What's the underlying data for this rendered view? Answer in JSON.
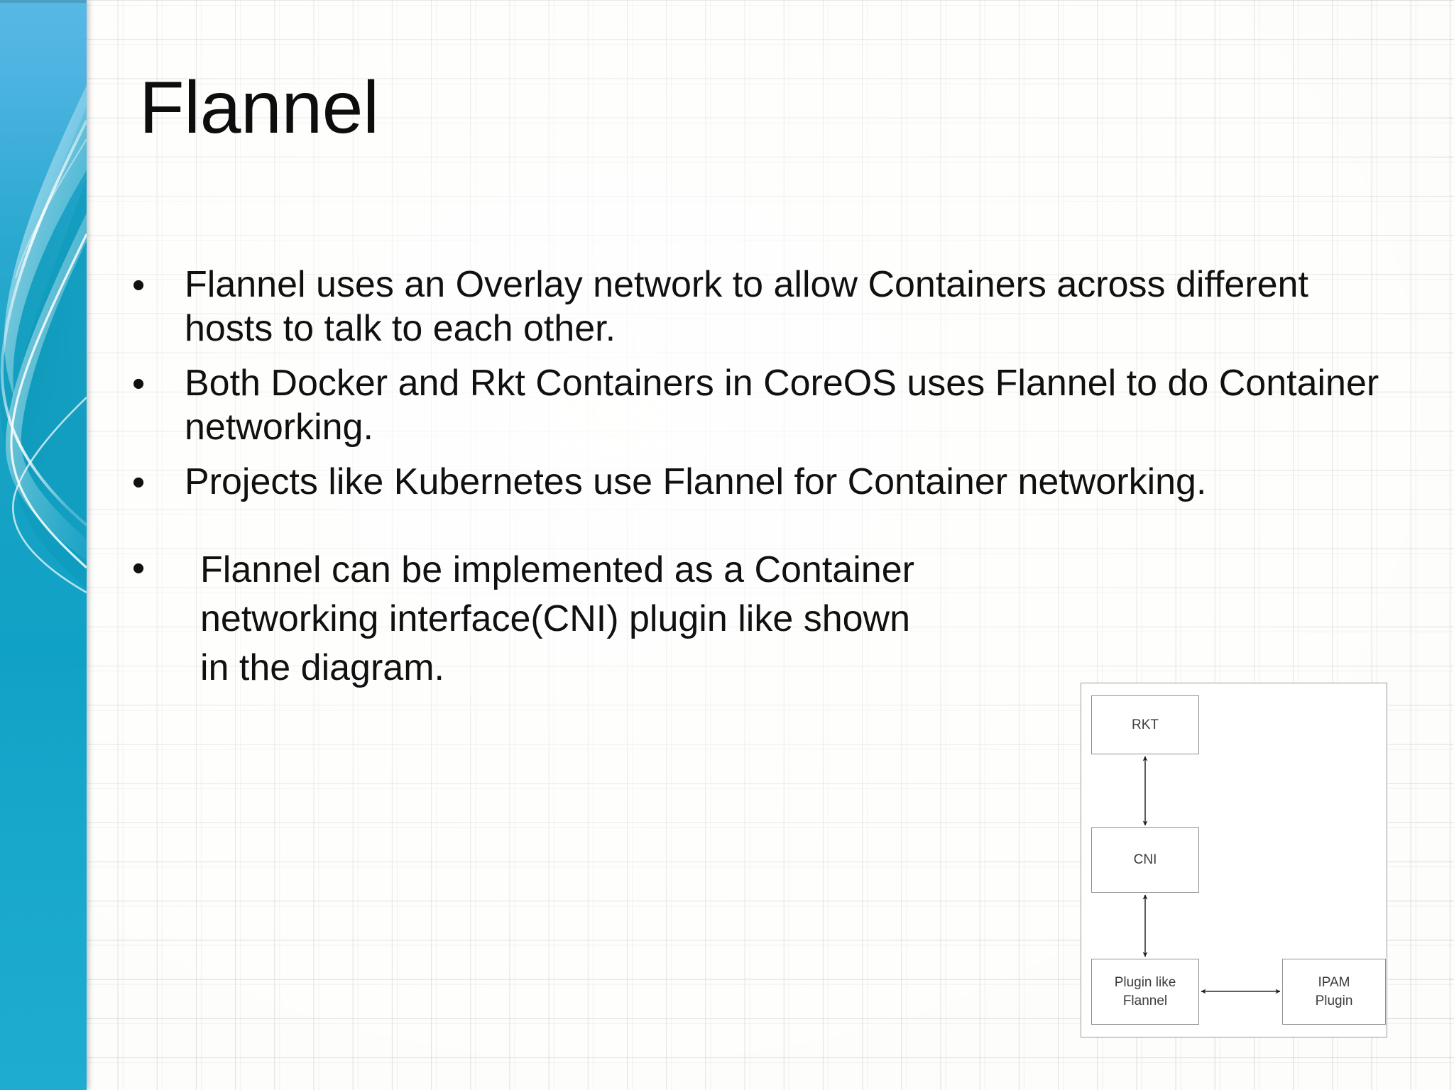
{
  "slide": {
    "title": "Flannel",
    "bullet_marker": "•",
    "bullets": [
      {
        "text": "Flannel uses an Overlay network to allow Containers across different hosts to talk to each other.",
        "indented": false
      },
      {
        "text": "Both Docker and Rkt Containers in CoreOS uses Flannel to do Container networking.",
        "indented": false
      },
      {
        "text": "Projects like Kubernetes use Flannel for Container networking.",
        "indented": false
      },
      {
        "text": "Flannel can be implemented as a Container networking interface(CNI) plugin like shown in the diagram.",
        "indented": true
      }
    ]
  },
  "diagram": {
    "nodes": {
      "rkt": "RKT",
      "cni": "CNI",
      "flannel_plugin": "Plugin like\nFlannel",
      "flannel_plugin_line1": "Plugin like",
      "flannel_plugin_line2": "Flannel",
      "ipam_plugin_line1": "IPAM",
      "ipam_plugin_line2": "Plugin"
    },
    "edges": [
      {
        "from": "rkt",
        "to": "cni",
        "direction": "bidirectional",
        "orientation": "vertical"
      },
      {
        "from": "cni",
        "to": "flannel_plugin",
        "direction": "bidirectional",
        "orientation": "vertical"
      },
      {
        "from": "flannel_plugin",
        "to": "ipam_plugin",
        "direction": "bidirectional",
        "orientation": "horizontal"
      }
    ]
  },
  "theme": {
    "sidebar_top": "#58b8e4",
    "sidebar_mid": "#16a2c4",
    "sidebar_bottom": "#1eadd0",
    "grid_line": "#7e887e",
    "text": "#101010",
    "diagram_border": "#8f8f8f",
    "diagram_text": "#3b3b3b"
  }
}
